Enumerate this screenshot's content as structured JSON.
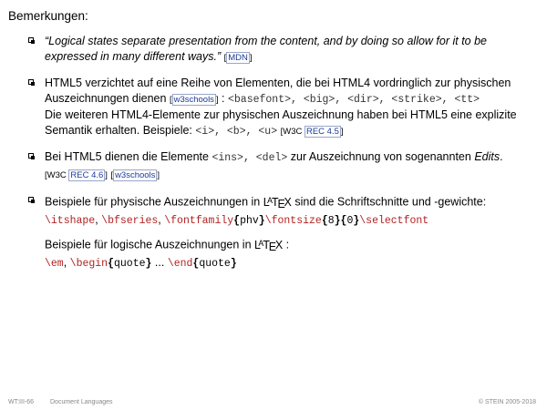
{
  "heading": "Bemerkungen:",
  "item1": {
    "quote_line1": "“Logical states separate presentation from the content, and by doing so allow for it to be",
    "quote_line2": "expressed in many different ways.”",
    "ref_mdn": "MDN"
  },
  "item2": {
    "text1": "HTML5 verzichtet auf eine Reihe von Elementen, die bei HTML4 vordringlich zur physischen",
    "text2": "Auszeichnungen dienen",
    "ref_w3schools": "w3schools",
    "colon": " : ",
    "tags1": "<basefont>, <big>, <dir>, <strike>, <tt>",
    "text3": "Die weiteren HTML4-Elemente zur physischen Auszeichnung haben bei HTML5 eine explizite",
    "text4": "Semantik erhalten. Beispiele:",
    "tags2": "<i>, <b>, <u>",
    "ref_w3c_prefix": "[W3C",
    "ref_w3c_link": "REC 4.5",
    "ref_w3c_suffix": "]"
  },
  "item3": {
    "text1": "Bei HTML5 dienen die Elemente",
    "tags": "<ins>, <del>",
    "text2": "zur Auszeichnung von sogenannten",
    "italic": "Edits",
    "period": ".",
    "ref_w3c_prefix": "[W3C",
    "ref_w3c_link": "REC 4.6",
    "ref_w3c_suffix": "]",
    "ref_w3schools": "w3schools"
  },
  "item4": {
    "text1": "Beispiele für physische Auszeichnungen in",
    "text1b": "sind die Schriftschnitte und -gewichte:",
    "code1": "\\itshape",
    "code2": "\\bfseries",
    "code3": "\\fontfamily",
    "code3arg": "phv",
    "code4": "\\fontsize",
    "code4arg1": "8",
    "code4arg2": "0",
    "code5": "\\selectfont",
    "text2": "Beispiele für logische Auszeichnungen in",
    "text2b": ":",
    "code6": "\\em",
    "code7": "\\begin",
    "code7arg": "quote",
    "ellipsis": "...",
    "code8": "\\end",
    "code8arg": "quote"
  },
  "footer": {
    "left": "WT:III-66",
    "center": "Document Languages",
    "right": "© STEIN 2005-2018"
  }
}
